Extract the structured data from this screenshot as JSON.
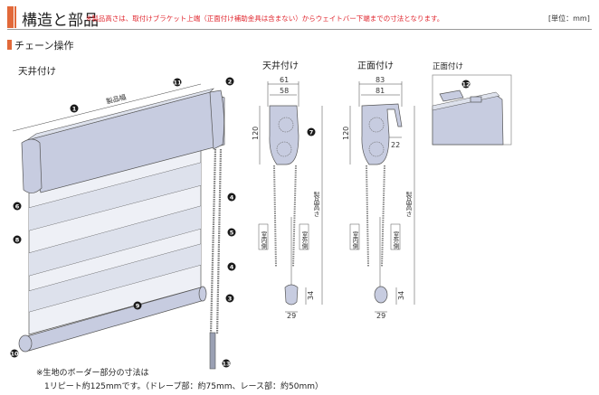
{
  "header": {
    "title": "構造と部品",
    "note": "※製品高さは、取付けブラケット上端（正面付け補助金具は含まない）からウェイトバー下端までの寸法となります。",
    "unit": "[単位：mm]"
  },
  "section": {
    "title": "チェーン操作"
  },
  "main_view": {
    "label": "天井付け",
    "width_label": "製品幅",
    "callouts": [
      "1",
      "11",
      "2",
      "6",
      "8",
      "4",
      "5",
      "4",
      "3",
      "9",
      "10",
      "13"
    ]
  },
  "ceiling_view": {
    "label": "天井付け",
    "dims": {
      "outer": "61",
      "inner": "58",
      "height": "120",
      "weight_h": "34",
      "weight_w": "29"
    },
    "product_height": "製品高さ",
    "indoor": "室内側",
    "outdoor": "室外側",
    "callout": "7"
  },
  "front_view": {
    "label": "正面付け",
    "dims": {
      "outer": "83",
      "inner": "81",
      "height": "120",
      "offset": "22",
      "weight_h": "34",
      "weight_w": "29"
    },
    "product_height": "製品高さ",
    "indoor": "室内側",
    "outdoor": "室外側"
  },
  "inset": {
    "label": "正面付け",
    "callout": "12"
  },
  "footnote": {
    "line1": "※生地のボーダー部分の寸法は",
    "line2": "1リピート約125mmです。（ドレープ部：約75mm、レース部：約50mm）"
  },
  "colors": {
    "accent": "#e2693a",
    "note": "#e0262e",
    "part": "#c7cce0"
  }
}
